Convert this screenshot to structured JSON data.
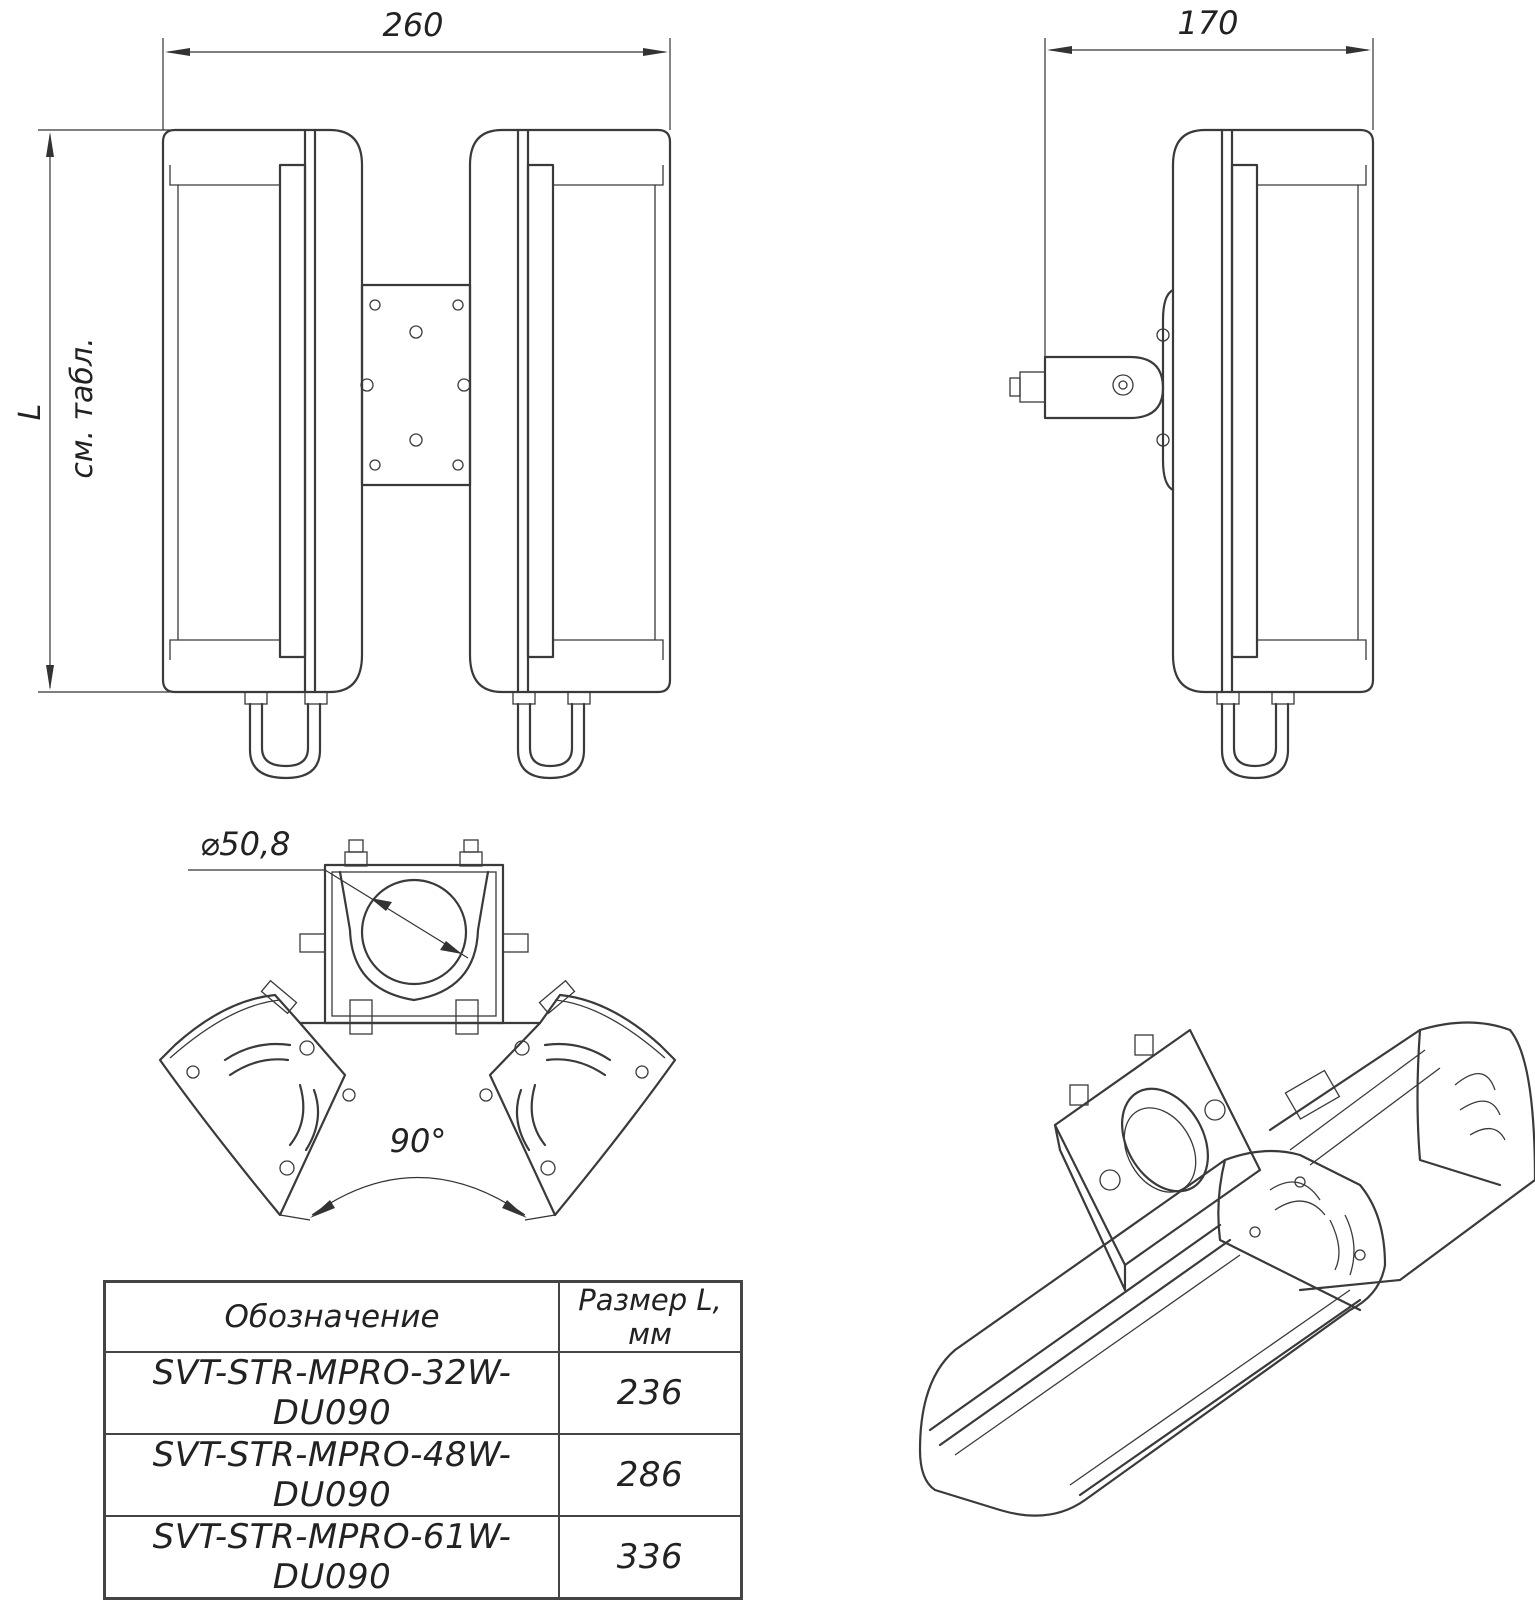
{
  "dimensions": {
    "front_width": "260",
    "side_width": "170",
    "length_symbol": "L",
    "length_note": "см. табл.",
    "pipe_diameter": "⌀50,8",
    "angle": "90°"
  },
  "table": {
    "headers": [
      "Обозначение",
      "Размер L, мм"
    ],
    "rows": [
      {
        "designation": "SVT-STR-MPRO-32W-DU090",
        "size": "236"
      },
      {
        "designation": "SVT-STR-MPRO-48W-DU090",
        "size": "286"
      },
      {
        "designation": "SVT-STR-MPRO-61W-DU090",
        "size": "336"
      }
    ]
  },
  "colors": {
    "line": "#3a3a3a",
    "background": "#ffffff"
  }
}
